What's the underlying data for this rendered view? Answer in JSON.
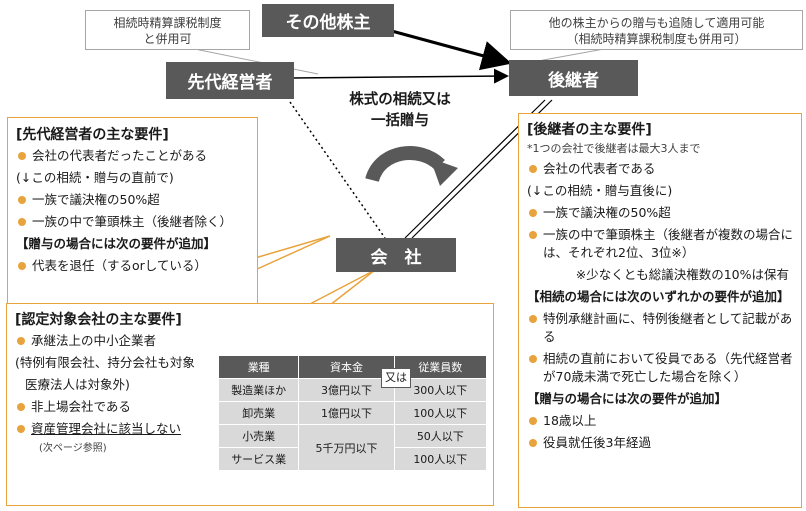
{
  "nodes": {
    "other": "その他株主",
    "predecessor": "先代経営者",
    "successor": "後継者",
    "company": "会　社"
  },
  "callouts": {
    "left_l1": "相続時精算課税制度",
    "left_l2": "と併用可",
    "right_l1": "他の株主からの贈与も追随して適用可能",
    "right_l2": "（相続時精算課税制度も併用可）"
  },
  "center_label": {
    "l1": "株式の相続又は",
    "l2": "一括贈与"
  },
  "predecessor_panel": {
    "title": "[先代経営者の主な要件]",
    "items": [
      "会社の代表者だったことがある",
      "(↓この相続・贈与の直前で)",
      "一族で議決権の50%超",
      "一族の中で筆頭株主（後継者除く）",
      "【贈与の場合には次の要件が追加】",
      "代表を退任（するorしている）"
    ]
  },
  "successor_panel": {
    "title": "[後継者の主な要件]",
    "note": "*1つの会社で後継者は最大3人まで",
    "items": [
      "会社の代表者である",
      "(↓この相続・贈与直後に)",
      "一族で議決権の50%超",
      "一族の中で筆頭株主（後継者が複数の場合には、それぞれ2位、3位※）",
      "※少なくとも総議決権数の10%は保有",
      "【相続の場合には次のいずれかの要件が追加】",
      "特例承継計画に、特例後継者として記載がある",
      "相続の直前において役員である（先代経営者が70歳未満で死亡した場合を除く）",
      "【贈与の場合には次の要件が追加】",
      "18歳以上",
      "役員就任後3年経過"
    ]
  },
  "company_panel": {
    "title": "[認定対象会社の主な要件]",
    "items": [
      "承継法上の中小企業者",
      "(特例有限会社、持分会社も対象",
      "医療法人は対象外)",
      "非上場会社である",
      "資産管理会社に該当しない",
      "(次ページ参照)"
    ]
  },
  "table": {
    "headers": [
      "業種",
      "資本金",
      "従業員数"
    ],
    "or_label": "又は",
    "rows": [
      {
        "industry": "製造業ほか",
        "capital": "3億円以下",
        "employees": "300人以下"
      },
      {
        "industry": "卸売業",
        "capital": "1億円以下",
        "employees": "100人以下"
      },
      {
        "industry": "小売業",
        "capital": "5千万円以下",
        "employees": "50人以下"
      },
      {
        "industry": "サービス業",
        "capital": "",
        "employees": "100人以下"
      }
    ]
  },
  "colors": {
    "accent": "#e8a33d",
    "node": "#595959",
    "table_cell": "#d9d9d9"
  }
}
